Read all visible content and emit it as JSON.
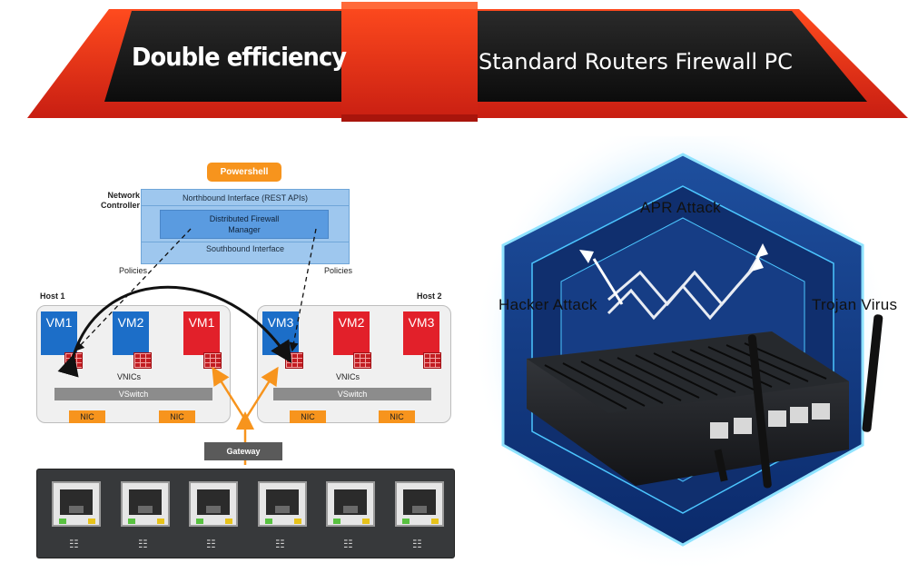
{
  "banner": {
    "left_text": "Double efficiency",
    "right_text": "Standard Routers Firewall PC"
  },
  "diagram": {
    "powershell": "Powershell",
    "network_controller_label": "Network\nController",
    "northbound": "Northbound Interface (REST APIs)",
    "dfm_line1": "Distributed Firewall",
    "dfm_line2": "Manager",
    "southbound": "Southbound Interface",
    "policies_left": "Policies",
    "policies_right": "Policies",
    "host1": {
      "label": "Host 1",
      "vms": [
        "VM1",
        "VM2",
        "VM1"
      ],
      "vnics": "VNICs",
      "vswitch": "VSwitch",
      "nics": [
        "NIC",
        "NIC"
      ]
    },
    "host2": {
      "label": "Host 2",
      "vms": [
        "VM3",
        "VM2",
        "VM3"
      ],
      "vnics": "VNICs",
      "vswitch": "VSwitch",
      "nics": [
        "NIC",
        "NIC"
      ]
    },
    "gateway": "Gateway",
    "port_icon": "network-icon",
    "port_count": 6
  },
  "product": {
    "attacks": {
      "top": "APR Attack",
      "left": "Hacker Attack",
      "right": "Trojan Virus"
    },
    "colors": {
      "glow": "#3fb6ff",
      "device": "#1d1f22",
      "accent_red": "#e2202a",
      "accent_orange": "#f7941d"
    }
  }
}
